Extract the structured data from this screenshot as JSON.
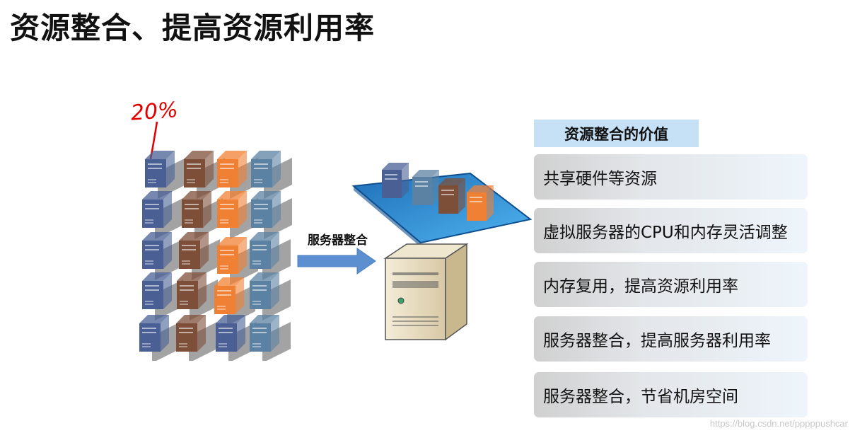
{
  "title": "资源整合、提高资源利用率",
  "arrow_label": "服务器整合",
  "value_panel": {
    "header": "资源整合的价值",
    "items": [
      "共享硬件等资源",
      "虚拟服务器的CPU和内存灵活调整",
      "内存复用，提高资源利用率",
      "服务器整合，提高服务器利用率",
      "服务器整合，节省机房空间"
    ]
  },
  "annotation_text": "20%",
  "watermark": "https://blog.csdn.net/pppppushcar",
  "colors": {
    "server_blue_dark": "#4a6095",
    "server_blue_light": "#5c82a3",
    "server_brown": "#7d4f38",
    "server_orange": "#f08034",
    "platform_blue": "#2c8fd6",
    "main_server_body": "#e7dcc4",
    "arrow": "#5b8fd0",
    "header_bg": "#c6e0f5",
    "annotation_red": "#e00000"
  },
  "icons": [
    "server-icon",
    "arrow-right-icon",
    "tower-server-icon"
  ]
}
